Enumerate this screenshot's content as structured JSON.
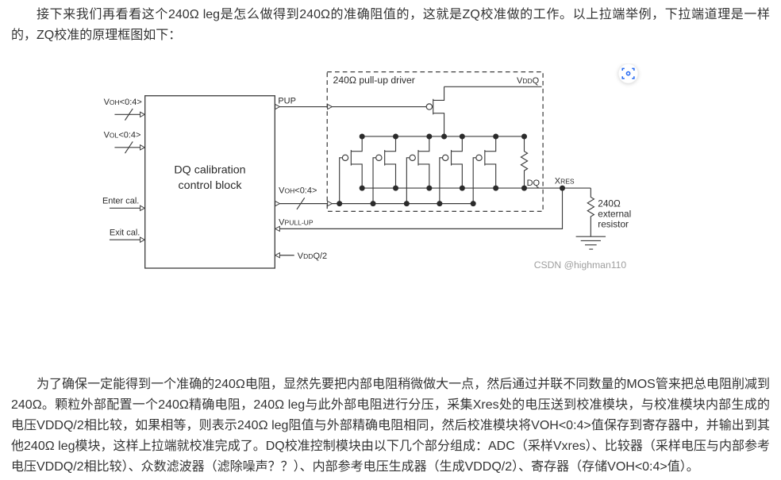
{
  "page": {
    "background": "#ffffff",
    "text_color": "#333333"
  },
  "paragraphs": {
    "intro": "接下来我们再看看这个240Ω leg是怎么做得到240Ω的准确阻值的，这就是ZQ校准做的工作。以上拉端举例，下拉端道理是一样的，ZQ校准的原理框图如下：",
    "body": "为了确保一定能得到一个准确的240Ω电阻，显然先要把内部电阻稍微做大一点，然后通过并联不同数量的MOS管来把总电阻削减到240Ω。颗粒外部配置一个240Ω精确电阻，240Ω leg与此外部电阻进行分压，采集Xres处的电压送到校准模块，与校准模块内部生成的电压VDDQ/2相比较，如果相等，则表示240Ω leg阻值与外部精确电阻相同，然后校准模块将VOH<0:4>值保存到寄存器中，并输出到其他240Ω leg模块，这样上拉端就校准完成了。DQ校准控制模块由以下几个部分组成：ADC（采样Vxres）、比较器（采样电压与内部参考电压VDDQ/2相比较）、众数滤波器（滤除噪声？？）、内部参考电压生成器（生成VDDQ/2）、寄存器（存储VOH<0:4>值）。"
  },
  "diagram": {
    "block": {
      "line1": "DQ calibration",
      "line2": "control block"
    },
    "driver_box_title": "240Ω pull-up driver",
    "labels": {
      "voh_in": {
        "pre": "V",
        "sub": "OH",
        "post": "<0:4>"
      },
      "vol_in": {
        "pre": "V",
        "sub": "OL",
        "post": "<0:4>"
      },
      "enter_cal": "Enter cal.",
      "exit_cal": "Exit cal.",
      "pup": "PUP",
      "voh_out": {
        "pre": "V",
        "sub": "OH",
        "post": "<0:4>"
      },
      "vpullup": {
        "pre": "V",
        "sub": "PULL-UP",
        "post": ""
      },
      "vddq2": {
        "pre": "V",
        "sub": "DD",
        "post": "Q/2"
      },
      "vddq": {
        "pre": "V",
        "sub": "DD",
        "post": "Q"
      },
      "dq": "DQ",
      "xres": {
        "pre": "X",
        "sub": "RES",
        "post": ""
      }
    },
    "external_resistor": {
      "line1": "240Ω",
      "line2": "external",
      "line3": "resistor"
    },
    "watermark": "CSDN @highman110",
    "colors": {
      "line": "#3c3c3c",
      "watermark_gray": "#9e9e9e",
      "icon_blue": "#2468f2"
    }
  }
}
